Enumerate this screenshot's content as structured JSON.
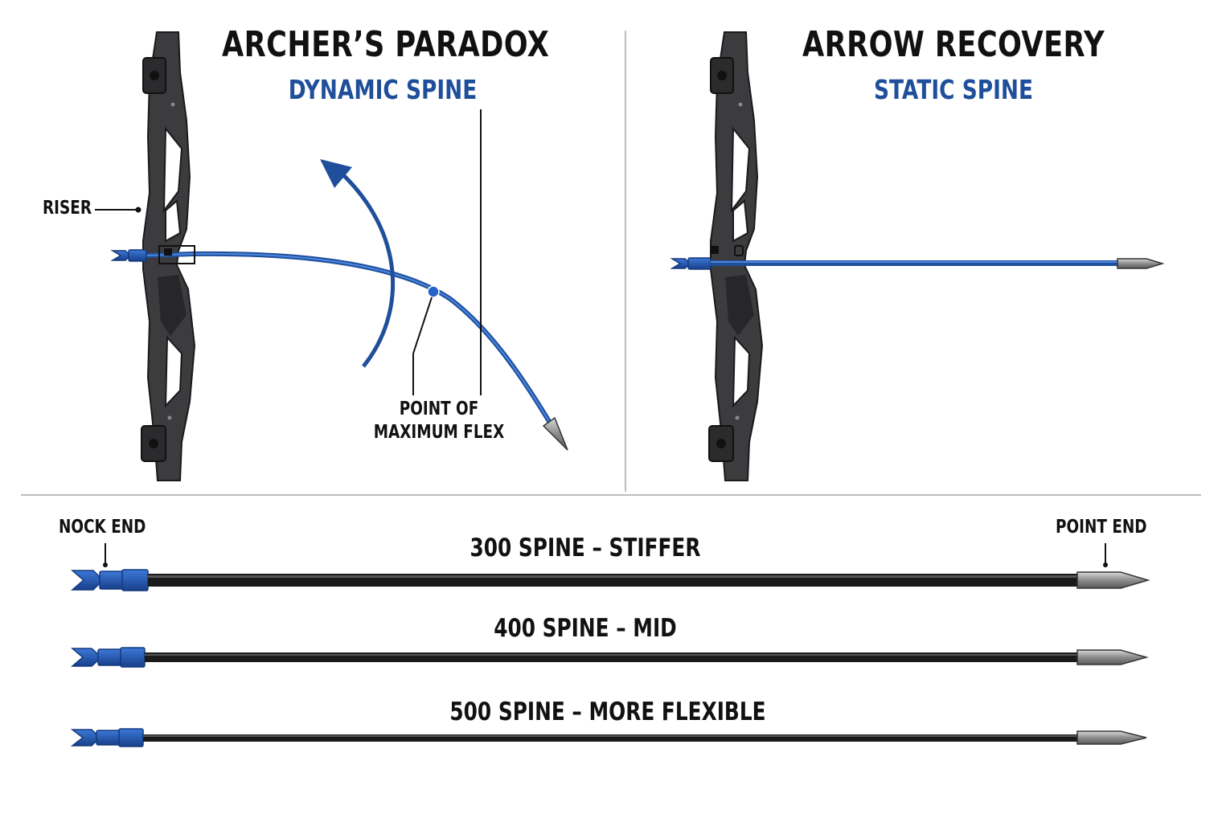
{
  "colors": {
    "accent_blue": "#1f4f9a",
    "bright_blue": "#2563c9",
    "riser_gray": "#3c3c3e",
    "shaft_black": "#1a1a1a",
    "divider": "#bdbdbd",
    "point_silver": "#9a9a9a"
  },
  "left_panel": {
    "title": "ARCHER’S PARADOX",
    "subtitle": "DYNAMIC SPINE",
    "riser_label": "RISER",
    "flex_label_line1": "POINT OF",
    "flex_label_line2": "MAXIMUM FLEX"
  },
  "right_panel": {
    "title": "ARROW RECOVERY",
    "subtitle": "STATIC SPINE"
  },
  "comparison": {
    "nock_end_label": "NOCK END",
    "point_end_label": "POINT END",
    "arrows": [
      {
        "label": "300 SPINE – STIFFER",
        "stiffness": "stiffer"
      },
      {
        "label": "400 SPINE – MID",
        "stiffness": "mid"
      },
      {
        "label": "500 SPINE – MORE FLEXIBLE",
        "stiffness": "more flexible"
      }
    ]
  },
  "icons": {
    "riser": "recurve-riser-icon",
    "bend_arrow": "curved-motion-arrow-icon",
    "flex_point": "dot-marker-icon"
  }
}
